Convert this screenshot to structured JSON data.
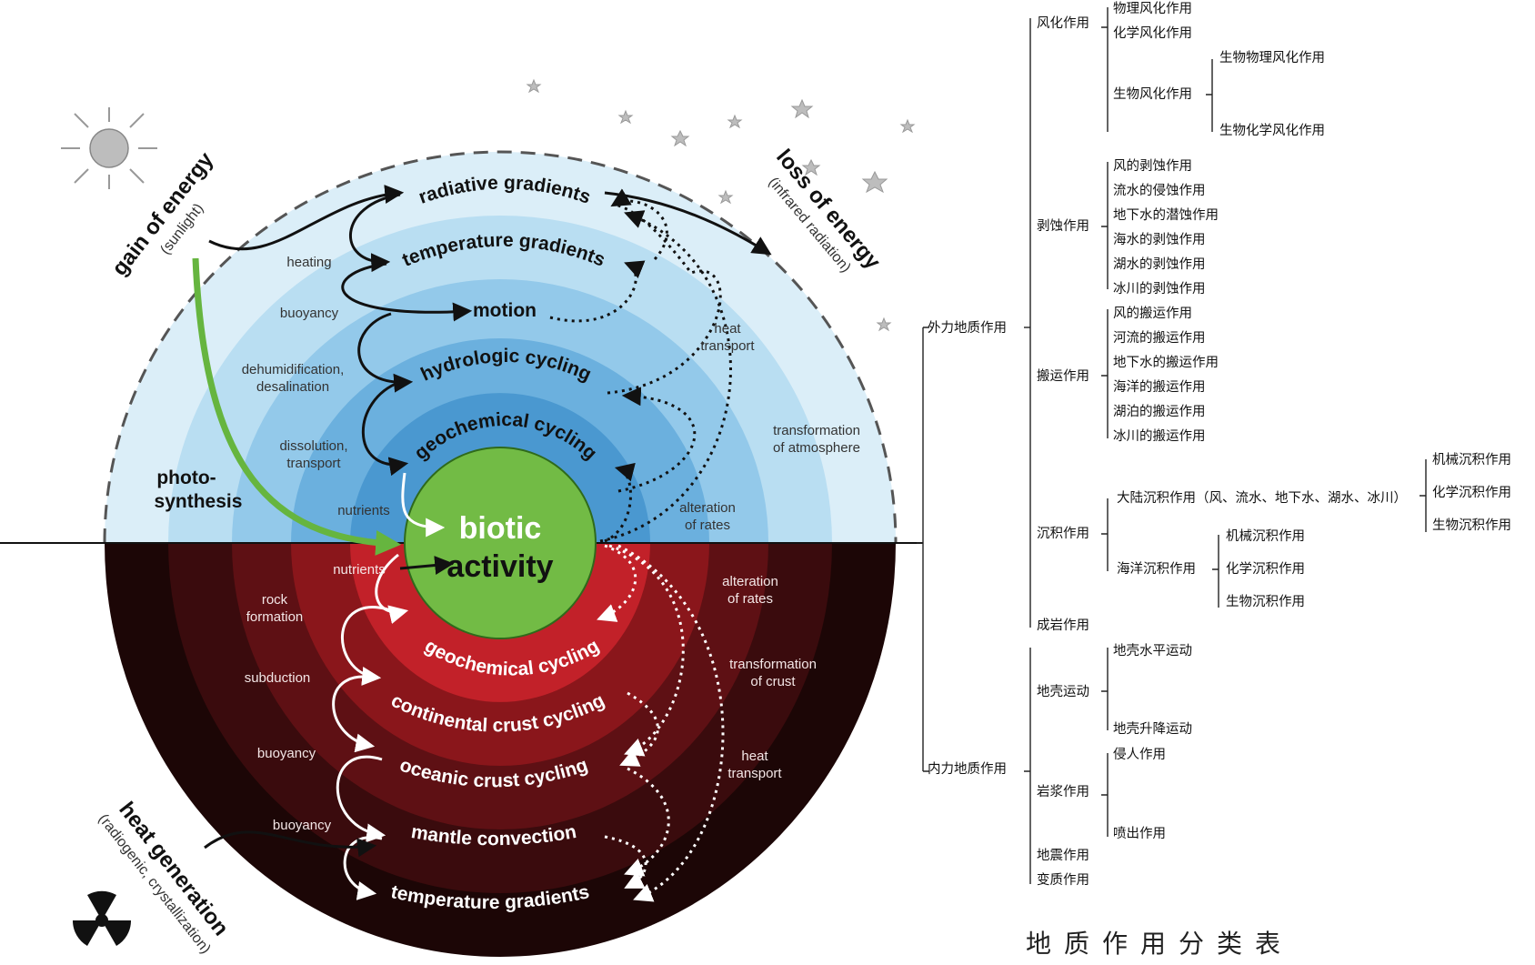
{
  "diagram": {
    "sun_labels": {
      "gain": "gain of energy",
      "gain_sub": "(sunlight)"
    },
    "space_labels": {
      "loss": "loss of energy",
      "loss_sub": "(infrared radiation)"
    },
    "heat_labels": {
      "heat": "heat generation",
      "heat_sub": "(radiogenic, crystallization)"
    },
    "photosynthesis": [
      "photo-",
      "synthesis"
    ],
    "core": [
      "biotic",
      "activity"
    ],
    "upper_cycles": [
      "radiative gradients",
      "temperature gradients",
      "motion",
      "hydrologic cycling",
      "geochemical cycling"
    ],
    "upper_left_processes": [
      "heating",
      "buoyancy",
      "dehumidification,|desalination",
      "dissolution,|transport",
      "nutrients"
    ],
    "upper_right_processes": [
      "heat|transport",
      "transformation|of atmosphere",
      "alteration|of rates"
    ],
    "lower_cycles": [
      "geochemical cycling",
      "continental crust cycling",
      "oceanic crust cycling",
      "mantle convection",
      "temperature gradients"
    ],
    "lower_left_processes": [
      "nutrients",
      "rock|formation",
      "subduction",
      "buoyancy",
      "buoyancy"
    ],
    "lower_right_processes": [
      "alteration|of rates",
      "transformation|of crust",
      "heat|transport"
    ],
    "colors": {
      "sky_outer": "#d8eef8",
      "sky_inner": "#3e8fcb",
      "earth_outer": "#1c0606",
      "earth_inner": "#c8232c",
      "core": "#72bb45",
      "photosynthesis_arrow": "#66b53f"
    }
  },
  "tree": {
    "root_external": "外力地质作用",
    "root_internal": "内力地质作用",
    "external": {
      "weathering": {
        "label": "风化作用",
        "items": [
          "物理风化作用",
          "化学风化作用"
        ],
        "bio": {
          "label": "生物风化作用",
          "items": [
            "生物物理风化作用",
            "生物化学风化作用"
          ]
        }
      },
      "erosion": {
        "label": "剥蚀作用",
        "items": [
          "风的剥蚀作用",
          "流水的侵蚀作用",
          "地下水的潜蚀作用",
          "海水的剥蚀作用",
          "湖水的剥蚀作用",
          "冰川的剥蚀作用"
        ]
      },
      "transport": {
        "label": "搬运作用",
        "items": [
          "风的搬运作用",
          "河流的搬运作用",
          "地下水的搬运作用",
          "海洋的搬运作用",
          "湖泊的搬运作用",
          "冰川的搬运作用"
        ]
      },
      "deposition": {
        "label": "沉积作用",
        "continental": {
          "label": "大陆沉积作用（风、流水、地下水、湖水、冰川）",
          "items": [
            "机械沉积作用",
            "化学沉积作用",
            "生物沉积作用"
          ]
        },
        "marine": {
          "label": "海洋沉积作用",
          "items": [
            "机械沉积作用",
            "化学沉积作用",
            "生物沉积作用"
          ]
        }
      },
      "diagenesis": "成岩作用"
    },
    "internal": {
      "crustal": {
        "label": "地壳运动",
        "items": [
          "地壳水平运动",
          "地壳升降运动"
        ]
      },
      "magmatism": {
        "label": "岩浆作用",
        "items": [
          "侵人作用",
          "喷出作用"
        ]
      },
      "earthquake": "地震作用",
      "metamorphism": "变质作用"
    },
    "title": "地质作用分类表"
  }
}
